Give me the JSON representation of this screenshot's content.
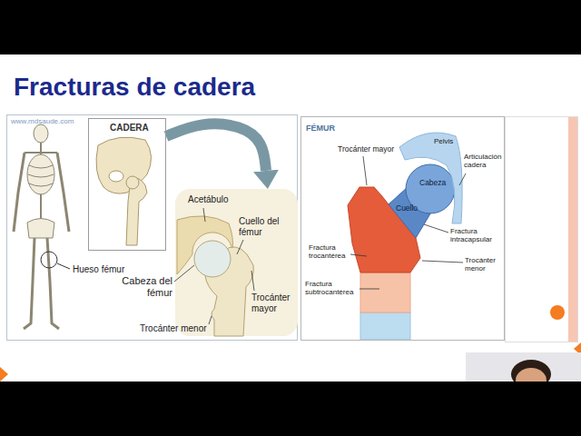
{
  "diagram": {
    "title": "Fracturas de cadera",
    "nodes": [
      {
        "text": [
          "CADERA"
        ]
      },
      {
        "text": [
          "Acetábulo",
          "Cuello del fémur",
          "Trocánter mayor"
        ]
      },
      {
        "text": [
          "FÉMUR"
        ]
      }
    ],
    "edges": [
      {
        "from": 0,
        "to": 1,
        "arrow": "to"
      }
    ],
    "labels": [
      "www.mdsaude.com",
      "Hueso fémur",
      "Cabeza del fémur",
      "Trocánter menor",
      "Trocánter mayor",
      "Pelvis",
      "Articulación cadera",
      "Cabeza",
      "Cuello",
      "Fractura intracapsular",
      "Fractura trocantérea",
      "Trocánter menor",
      "Fractura subtrocantérea"
    ]
  }
}
